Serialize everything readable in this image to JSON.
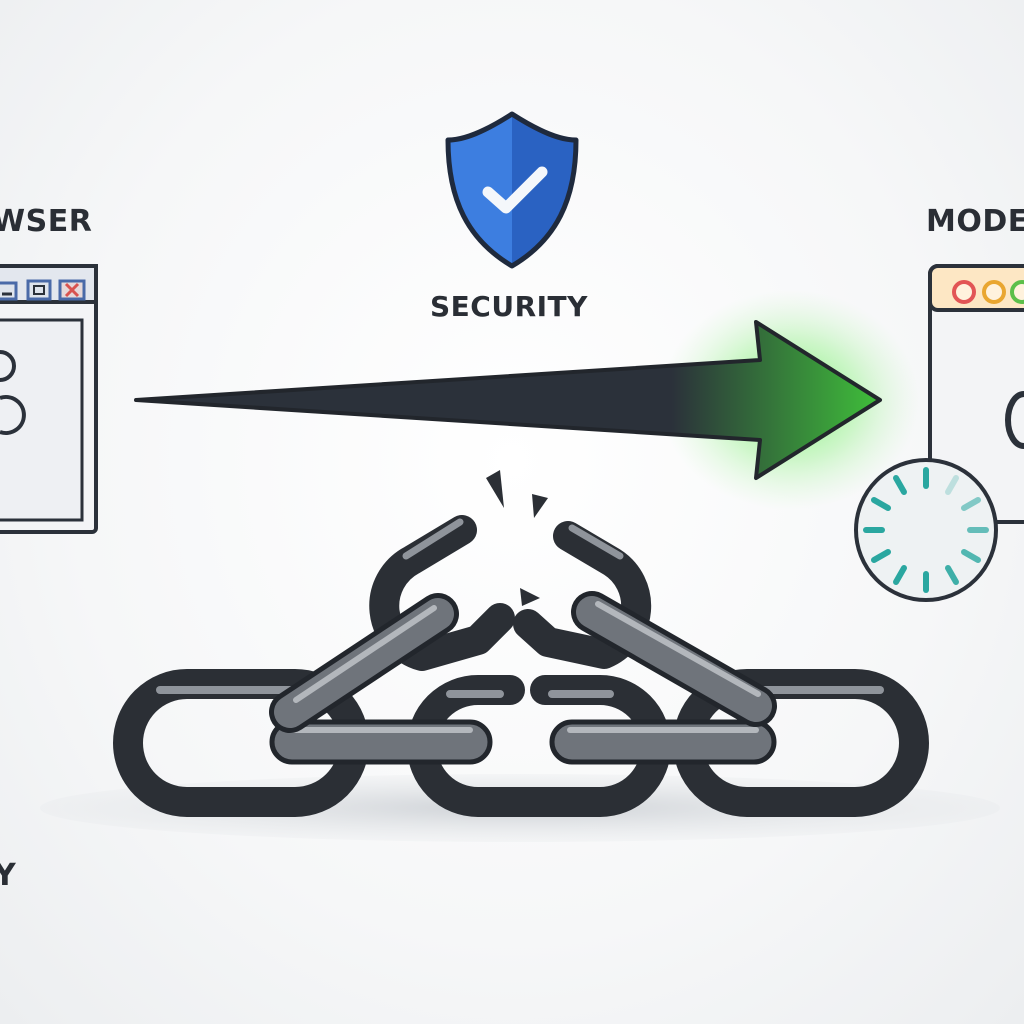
{
  "labels": {
    "left_window": "OWSER",
    "right_window": "MODE",
    "security": "SECURITY",
    "bottom_left": "Y"
  },
  "icons": {
    "shield": "shield-check-icon",
    "arrow": "arrow-right-icon",
    "spinner": "loading-spinner-icon",
    "chain": "broken-chain-icon"
  },
  "colors": {
    "shield_blue": "#2f6fd0",
    "arrow_dark": "#2b313a",
    "arrow_glow": "#4fe04a",
    "window_blue": "#4a6aa8",
    "spinner_teal": "#2aa7a0",
    "close_red": "#d9534f",
    "chain_dark": "#33373d",
    "chain_highlight": "#8f949b"
  }
}
